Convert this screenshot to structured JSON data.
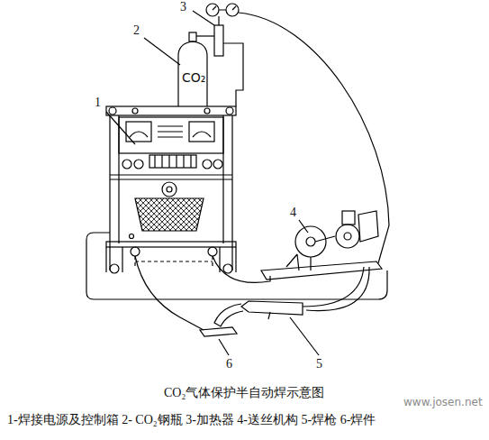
{
  "diagram": {
    "caption": "CO₂气体保护半自动焊示意图",
    "labels": [
      "1",
      "2",
      "3",
      "4",
      "5",
      "6",
      "CO₂",
      "1-焊接电源及控制箱 2- CO₂钢瓶 3-加热器 4-送丝机构 5-焊枪 6-焊件",
      "www.josen.net"
    ]
  }
}
